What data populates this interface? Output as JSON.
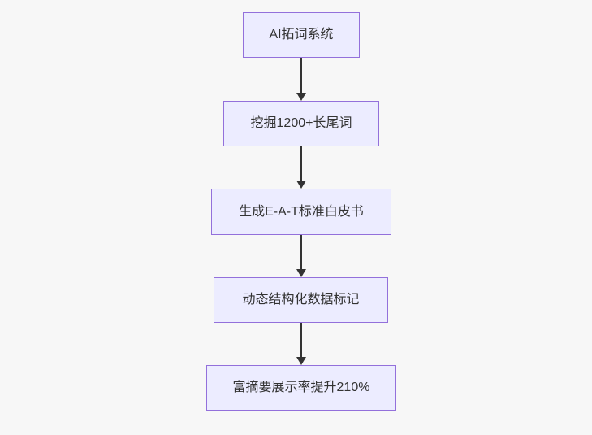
{
  "diagram": {
    "type": "flowchart",
    "direction": "top-down",
    "background_color": "#f7f7f7",
    "node_fill_color": "#ececff",
    "node_border_color": "#9370db",
    "text_color": "#333333",
    "arrow_color": "#333333",
    "nodes": [
      {
        "id": "n1",
        "label": "AI拓词系统"
      },
      {
        "id": "n2",
        "label": "挖掘1200+长尾词"
      },
      {
        "id": "n3",
        "label": "生成E-A-T标准白皮书"
      },
      {
        "id": "n4",
        "label": "动态结构化数据标记"
      },
      {
        "id": "n5",
        "label": "富摘要展示率提升210%"
      }
    ],
    "edges": [
      {
        "from": "n1",
        "to": "n2"
      },
      {
        "from": "n2",
        "to": "n3"
      },
      {
        "from": "n3",
        "to": "n4"
      },
      {
        "from": "n4",
        "to": "n5"
      }
    ]
  }
}
